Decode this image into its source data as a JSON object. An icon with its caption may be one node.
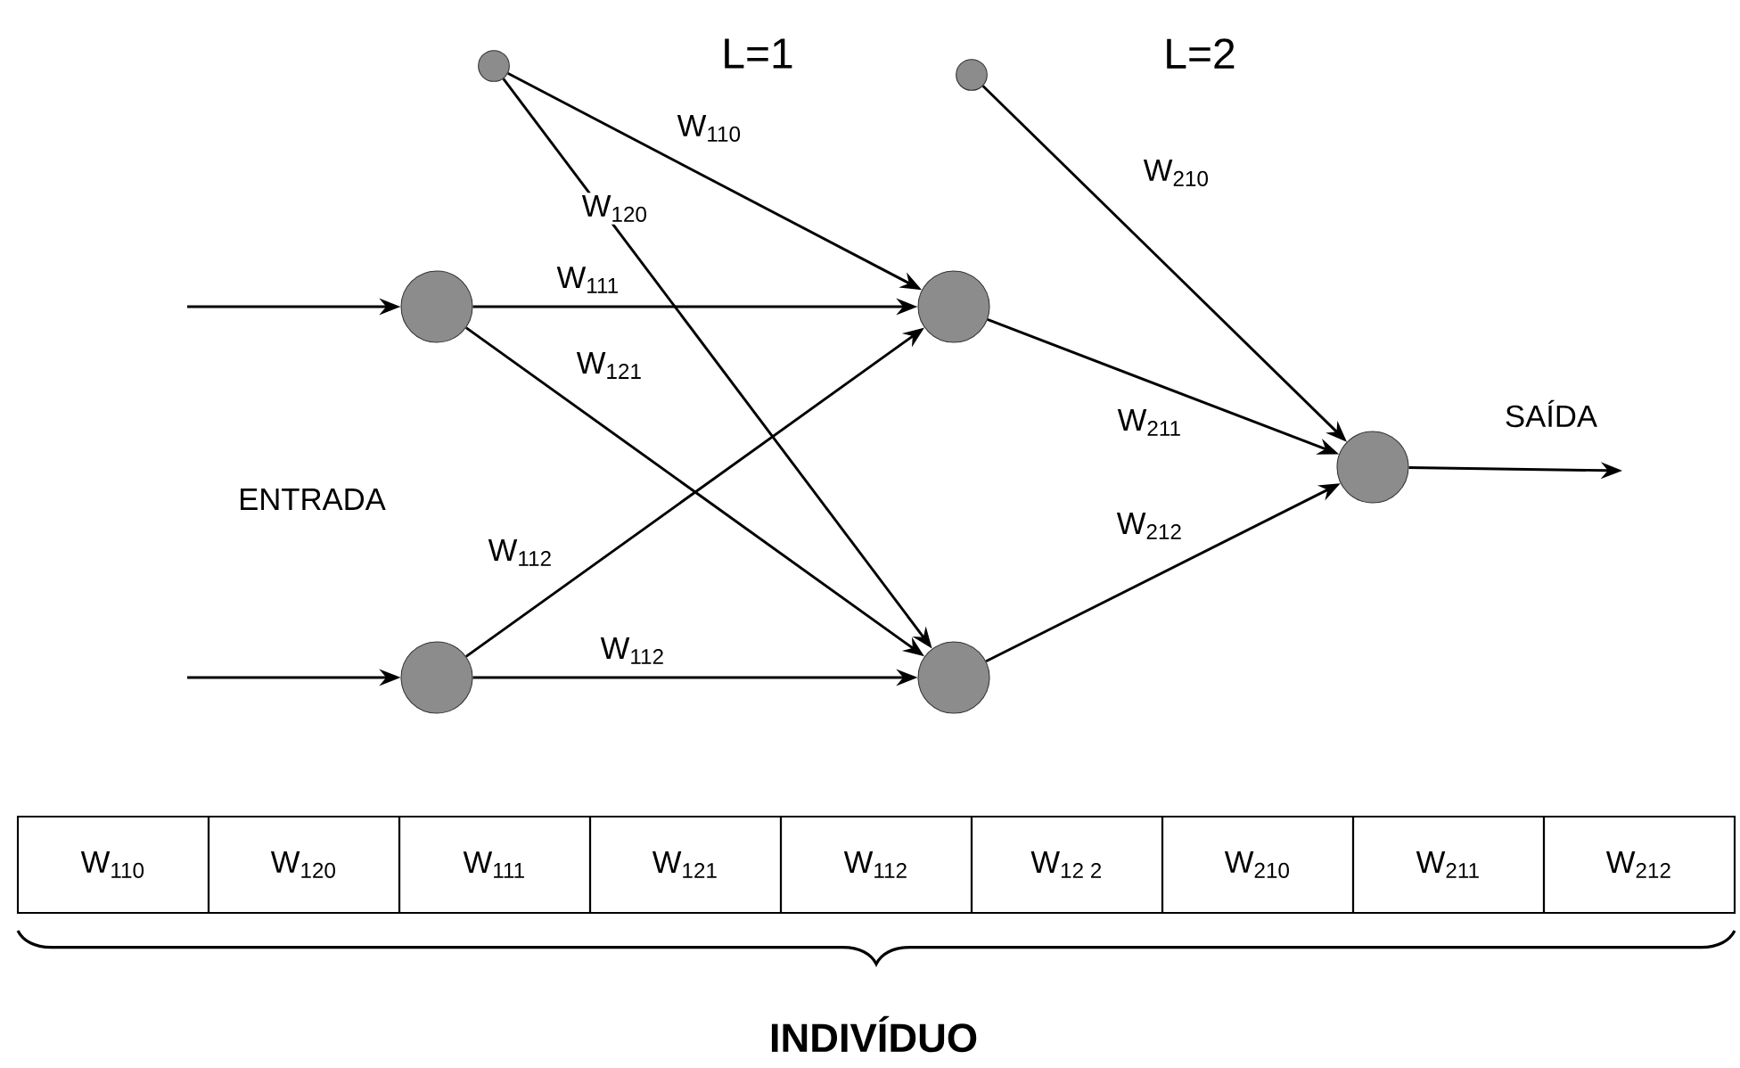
{
  "diagram": {
    "nodes": [
      {
        "text": [],
        "shape": "circle"
      },
      {
        "text": [],
        "shape": "circle"
      },
      {
        "text": [],
        "shape": "circle"
      },
      {
        "text": [],
        "shape": "circle"
      },
      {
        "text": [],
        "shape": "circle"
      },
      {
        "text": [],
        "shape": "circle"
      },
      {
        "text": [],
        "shape": "circle"
      }
    ],
    "edges": [
      {
        "from": null,
        "to": 1,
        "arrow": "to"
      },
      {
        "from": null,
        "to": 2,
        "arrow": "to"
      },
      {
        "from": 0,
        "to": 3,
        "arrow": "to",
        "label": "W$_{110}$"
      },
      {
        "from": 0,
        "to": 4,
        "arrow": "to",
        "label": "W$_{120}$"
      },
      {
        "from": 1,
        "to": 3,
        "arrow": "to",
        "label": "W$_{111}$"
      },
      {
        "from": 1,
        "to": 4,
        "arrow": "to",
        "label": "W$_{121}$"
      },
      {
        "from": 2,
        "to": 3,
        "arrow": "to",
        "label": "W$_{112}$"
      },
      {
        "from": 2,
        "to": 4,
        "arrow": "to",
        "label": "W$_{112}$"
      },
      {
        "from": 5,
        "to": 6,
        "arrow": "to",
        "label": "W$_{210}$"
      },
      {
        "from": 3,
        "to": 6,
        "arrow": "to",
        "label": "W$_{211}$"
      },
      {
        "from": 4,
        "to": 6,
        "arrow": "to",
        "label": "W$_{212}$"
      },
      {
        "from": 6,
        "to": null,
        "arrow": "to"
      }
    ],
    "labels": [
      "L=1",
      "L=2",
      "ENTRADA",
      "SAÍDA",
      "W$_{110}$",
      "W$_{120}$",
      "W$_{111}$",
      "W$_{121}$",
      "W$_{112}$",
      "W$_{12 2}$",
      "W$_{210}$",
      "W$_{211}$",
      "W$_{212}$",
      "INDIVÍDUO"
    ]
  }
}
